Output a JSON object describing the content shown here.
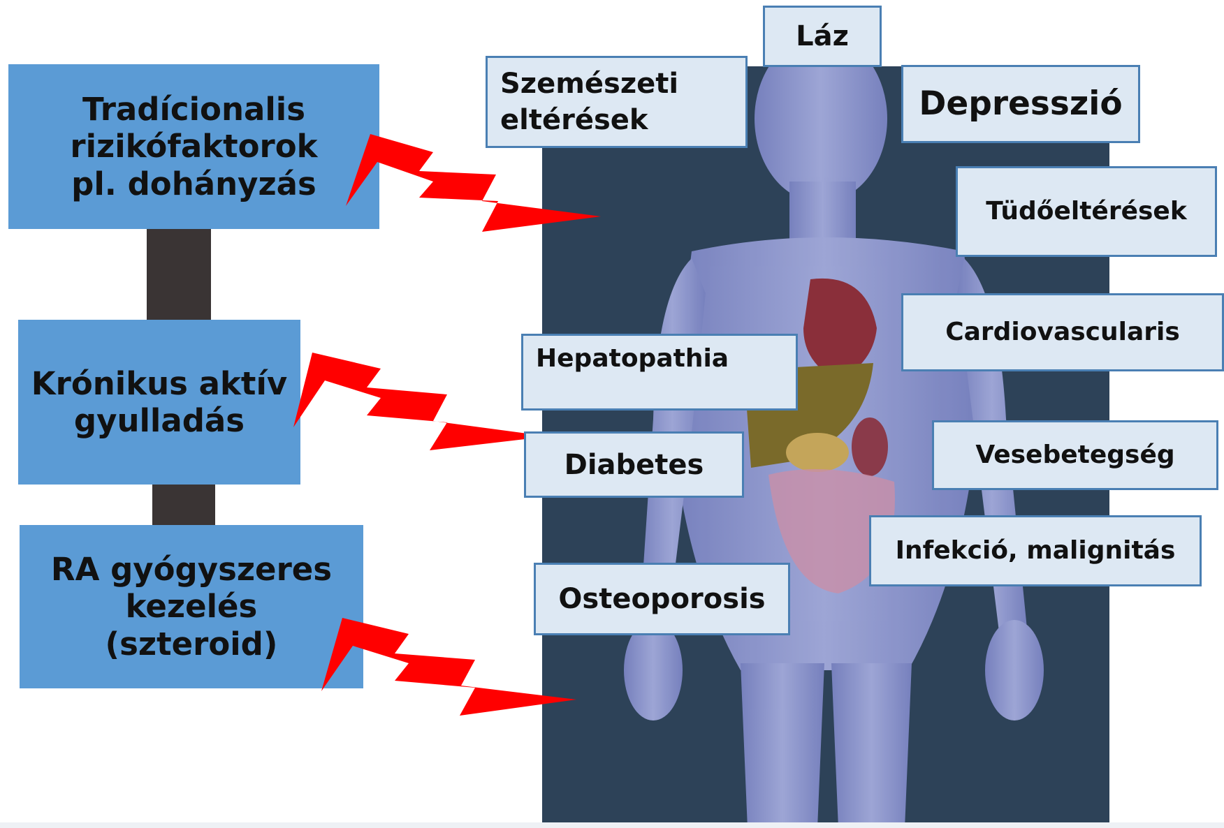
{
  "causes": [
    {
      "label": "Tradícionalis\nrizikófaktorok\npl. dohányzás"
    },
    {
      "label": "Krónikus aktív\ngyulladás"
    },
    {
      "label": "RA gyógyszeres\nkezelés\n(szteroid)"
    }
  ],
  "complications": [
    {
      "label": "Láz"
    },
    {
      "label": "Szemészeti\neltérések"
    },
    {
      "label": "Depresszió"
    },
    {
      "label": "Tüdőeltérések"
    },
    {
      "label": "Cardiovascularis"
    },
    {
      "label": "Hepatopathia"
    },
    {
      "label": "Diabetes"
    },
    {
      "label": "Vesebetegség"
    },
    {
      "label": "Infekció, malignitás"
    },
    {
      "label": "Osteoporosis"
    }
  ],
  "colors": {
    "cause_box": "#5b9bd5",
    "label_box": "#dde8f3",
    "label_border": "#4a7fb3",
    "bolt": "#ff0000",
    "background_panel": "#2d4258"
  }
}
